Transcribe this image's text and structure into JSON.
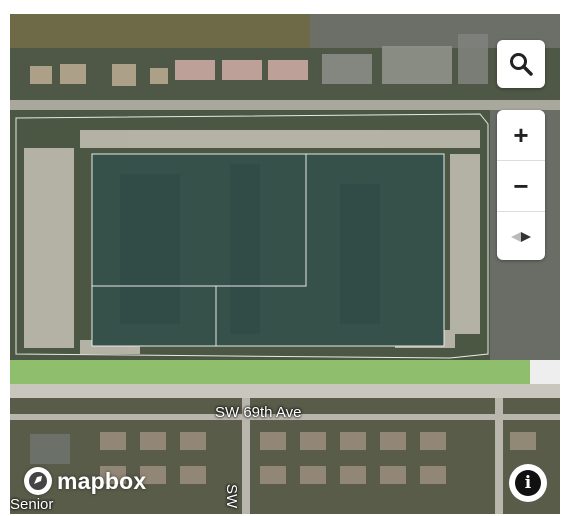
{
  "map": {
    "road_labels": {
      "main_avenue": "SW 69th Ave",
      "side_street": "SW",
      "place_fragment": "Senior"
    },
    "attribution": {
      "logo_text": "mapbox"
    }
  },
  "controls": {
    "search": {
      "icon": "search-icon"
    },
    "zoom_in": {
      "label": "+"
    },
    "zoom_out": {
      "label": "−"
    },
    "compass": {
      "icon": "compass-icon"
    },
    "info": {
      "label": "i"
    }
  },
  "colors": {
    "water": "#35514a",
    "greenway": "#8fbf6d",
    "roads": "#c9c7bd",
    "parcel_outline": "#e8e8e8"
  }
}
